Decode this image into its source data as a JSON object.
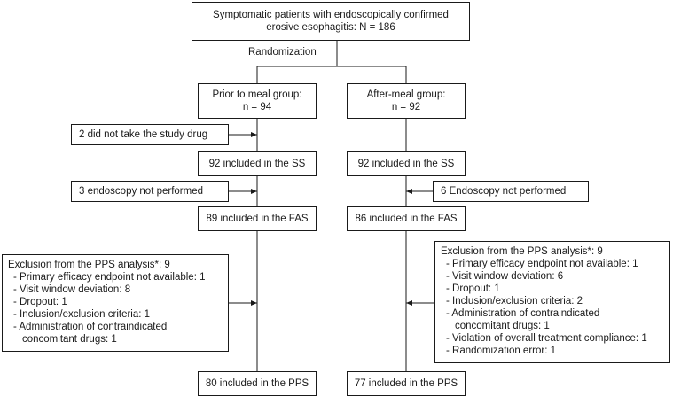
{
  "top": {
    "line1": "Symptomatic patients with endoscopically confirmed",
    "line2": "erosive esophagitis: N = 186"
  },
  "randomization": "Randomization",
  "left_arm": {
    "group_line1": "Prior to meal group:",
    "group_line2": "n = 94",
    "excl1": "2 did not take the study drug",
    "ss": "92 included in the SS",
    "excl2": "3 endoscopy not performed",
    "fas": "89 included in the FAS",
    "pps_excl": {
      "title": "Exclusion from the PPS analysis*: 9",
      "items": [
        "- Primary efficacy endpoint not available: 1",
        "- Visit window deviation: 8",
        "- Dropout: 1",
        "- Inclusion/exclusion criteria: 1",
        "- Administration of contraindicated",
        "concomitant drugs: 1"
      ]
    },
    "pps": "80 included in the PPS"
  },
  "right_arm": {
    "group_line1": "After-meal group:",
    "group_line2": "n = 92",
    "ss": "92 included in the SS",
    "excl2": "6 Endoscopy not performed",
    "fas": "86 included in the FAS",
    "pps_excl": {
      "title": "Exclusion from the PPS analysis*: 9",
      "items": [
        "- Primary efficacy endpoint not available: 1",
        "- Visit window deviation: 6",
        "- Dropout: 1",
        "- Inclusion/exclusion criteria: 2",
        "- Administration of contraindicated",
        "concomitant drugs: 1",
        "- Violation of overall treatment compliance: 1",
        "- Randomization error: 1"
      ]
    },
    "pps": "77 included in the PPS"
  }
}
